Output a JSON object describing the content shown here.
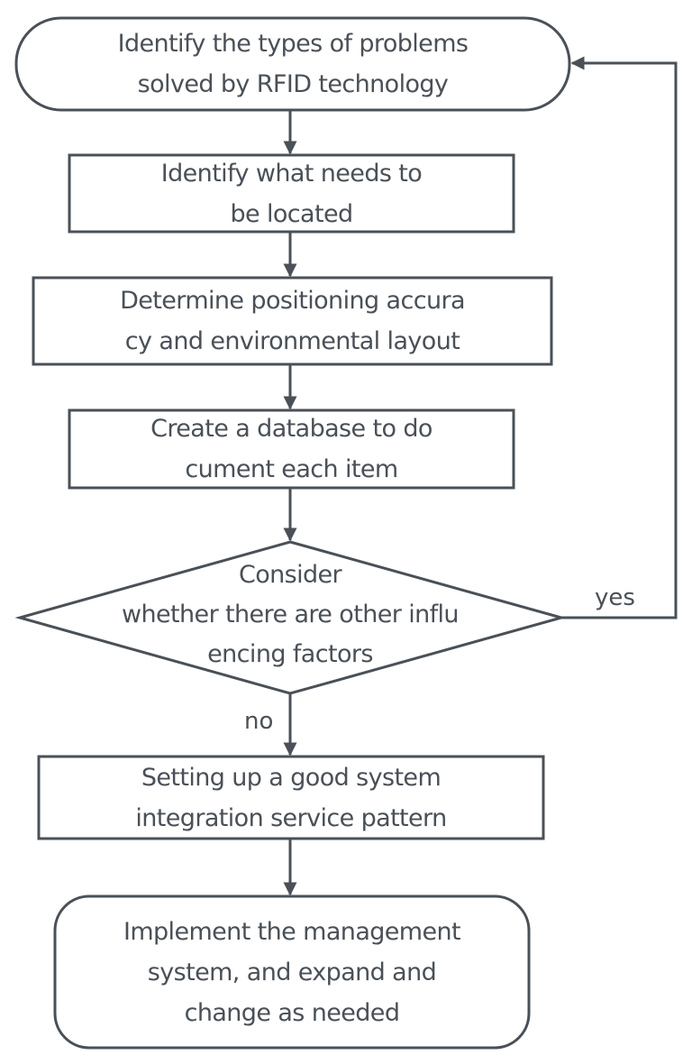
{
  "nodes": {
    "start": "Identify the types of problems\nsolved by RFID technology",
    "step1": "Identify what needs to\nbe located",
    "step2": "Determine positioning accura\ncy and environmental layout",
    "step3": "Create a database to do\ncument each item",
    "decision": "Consider\nwhether there are other influ\nencing factors",
    "step4": "Setting up a good system\nintegration service pattern",
    "end": "Implement the management\nsystem, and expand and\nchange as needed"
  },
  "edges": {
    "yes": "yes",
    "no": "no"
  },
  "colors": {
    "stroke": "#4a5057",
    "text": "#4a5057",
    "background": "#ffffff"
  }
}
